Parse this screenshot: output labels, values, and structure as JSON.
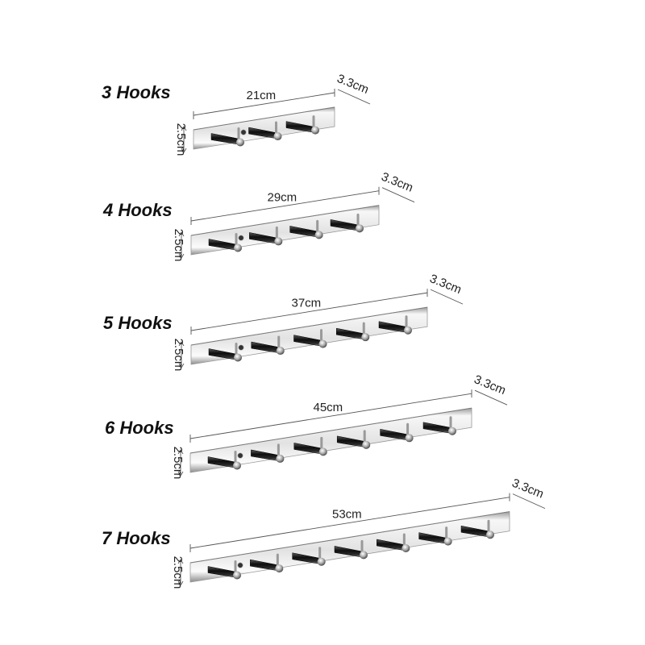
{
  "colors": {
    "background": "#ffffff",
    "steel_light": "#f4f4f4",
    "steel_mid": "#c8c8c8",
    "steel_dark": "#8a8a8a",
    "hook_black": "#151515",
    "line": "#555555",
    "text": "#111111"
  },
  "depth_label": "3.3cm",
  "height_label": "2.5cm",
  "variants": [
    {
      "label": "3 Hooks",
      "hooks": 3,
      "length_label": "21cm"
    },
    {
      "label": "4 Hooks",
      "hooks": 4,
      "length_label": "29cm"
    },
    {
      "label": "5 Hooks",
      "hooks": 5,
      "length_label": "37cm"
    },
    {
      "label": "6 Hooks",
      "hooks": 6,
      "length_label": "45cm"
    },
    {
      "label": "7 Hooks",
      "hooks": 7,
      "length_label": "53cm"
    }
  ]
}
